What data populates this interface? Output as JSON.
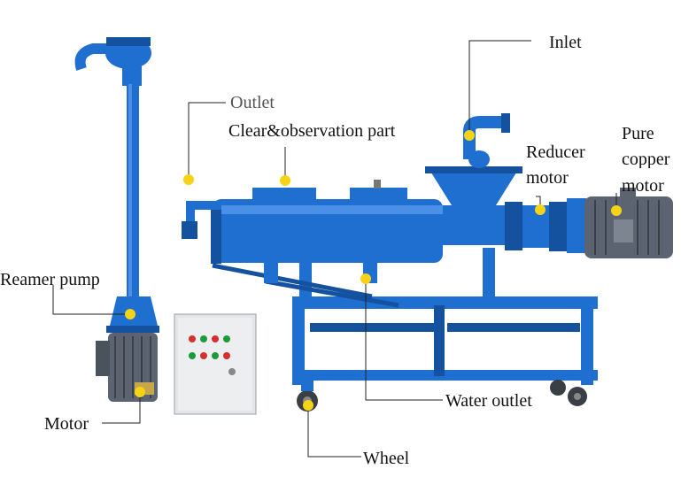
{
  "labels": {
    "inlet": "Inlet",
    "outlet": "Outlet",
    "clear_observation": "Clear&observation part",
    "reducer_line1": "Reducer",
    "reducer_line2": "motor",
    "pure_line1": "Pure",
    "pure_line2": "copper",
    "pure_line3": "motor",
    "reamer_pump": "Reamer pump",
    "motor": "Motor",
    "water_outlet": "Water outlet",
    "wheel": "Wheel"
  },
  "colors": {
    "machine_blue": "#1f6fd1",
    "machine_dark": "#14519e",
    "motor_gray": "#5b6470",
    "marker_yellow": "#f5d416",
    "leader_line": "#222222"
  },
  "icons": [
    "control-panel-icon",
    "pump-motor-icon",
    "main-motor-icon",
    "wheel-icon"
  ]
}
